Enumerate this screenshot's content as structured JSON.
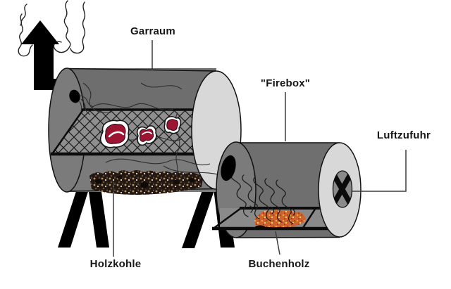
{
  "diagram": {
    "labels": {
      "garraum": "Garraum",
      "firebox": "\"Firebox\"",
      "luftzufuhr": "Luftzufuhr",
      "holzkohle": "Holzkohle",
      "buchenholz": "Buchenholz"
    },
    "colors": {
      "chamber_body": "#7b7b7b",
      "chamber_top": "#6e6e6e",
      "interior_floor": "#8f8f8f",
      "end_cap": "#d8d8d8",
      "meat_red": "#9c1432",
      "fire_orange": "#cf6330",
      "fire_spark": "#f4c025",
      "charcoal_brown": "#221712",
      "legs_black": "#000000",
      "smoke_line": "#2e2e2e",
      "label_text": "#161616"
    }
  }
}
